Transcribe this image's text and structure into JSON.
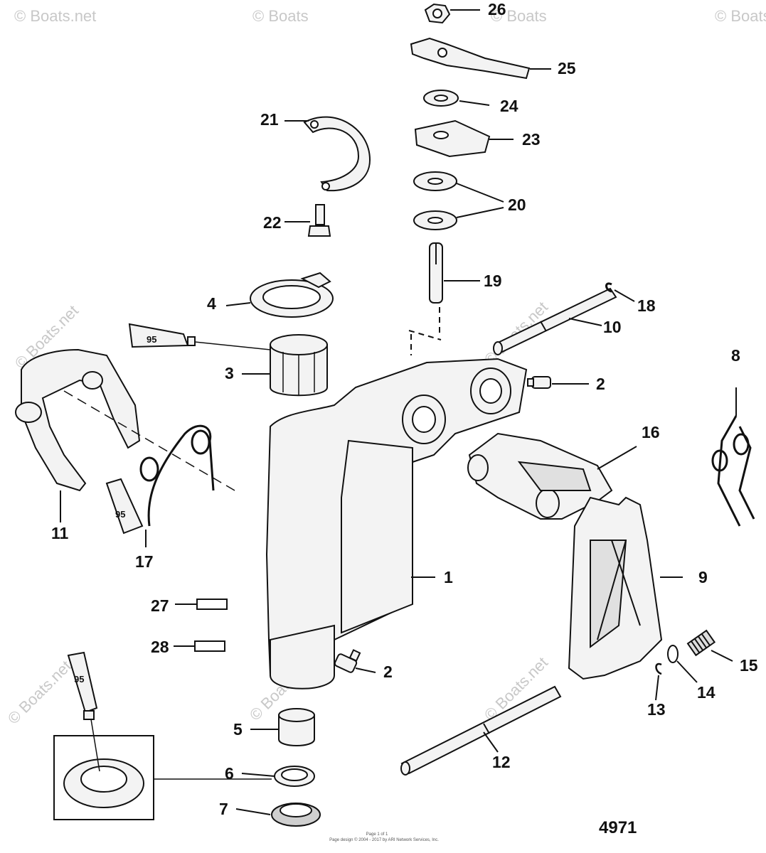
{
  "watermarks": [
    "© Boats.net",
    "© Boats",
    "© Boats",
    "© Boats",
    "© Boats.net",
    "© Boats.net",
    "© Boats.net",
    "© Boats.net",
    "© Boats.net"
  ],
  "callouts": [
    "1",
    "2",
    "2",
    "3",
    "4",
    "5",
    "6",
    "7",
    "8",
    "9",
    "10",
    "11",
    "12",
    "13",
    "14",
    "15",
    "16",
    "17",
    "18",
    "19",
    "20",
    "21",
    "22",
    "23",
    "24",
    "25",
    "26",
    "27",
    "28"
  ],
  "sealant_tubes": [
    "95",
    "95",
    "95"
  ],
  "figure_number": "4971",
  "footer_lines": [
    "Page 1 of 1",
    "Page design © 2004 - 2017 by ARI Network Services, Inc."
  ]
}
